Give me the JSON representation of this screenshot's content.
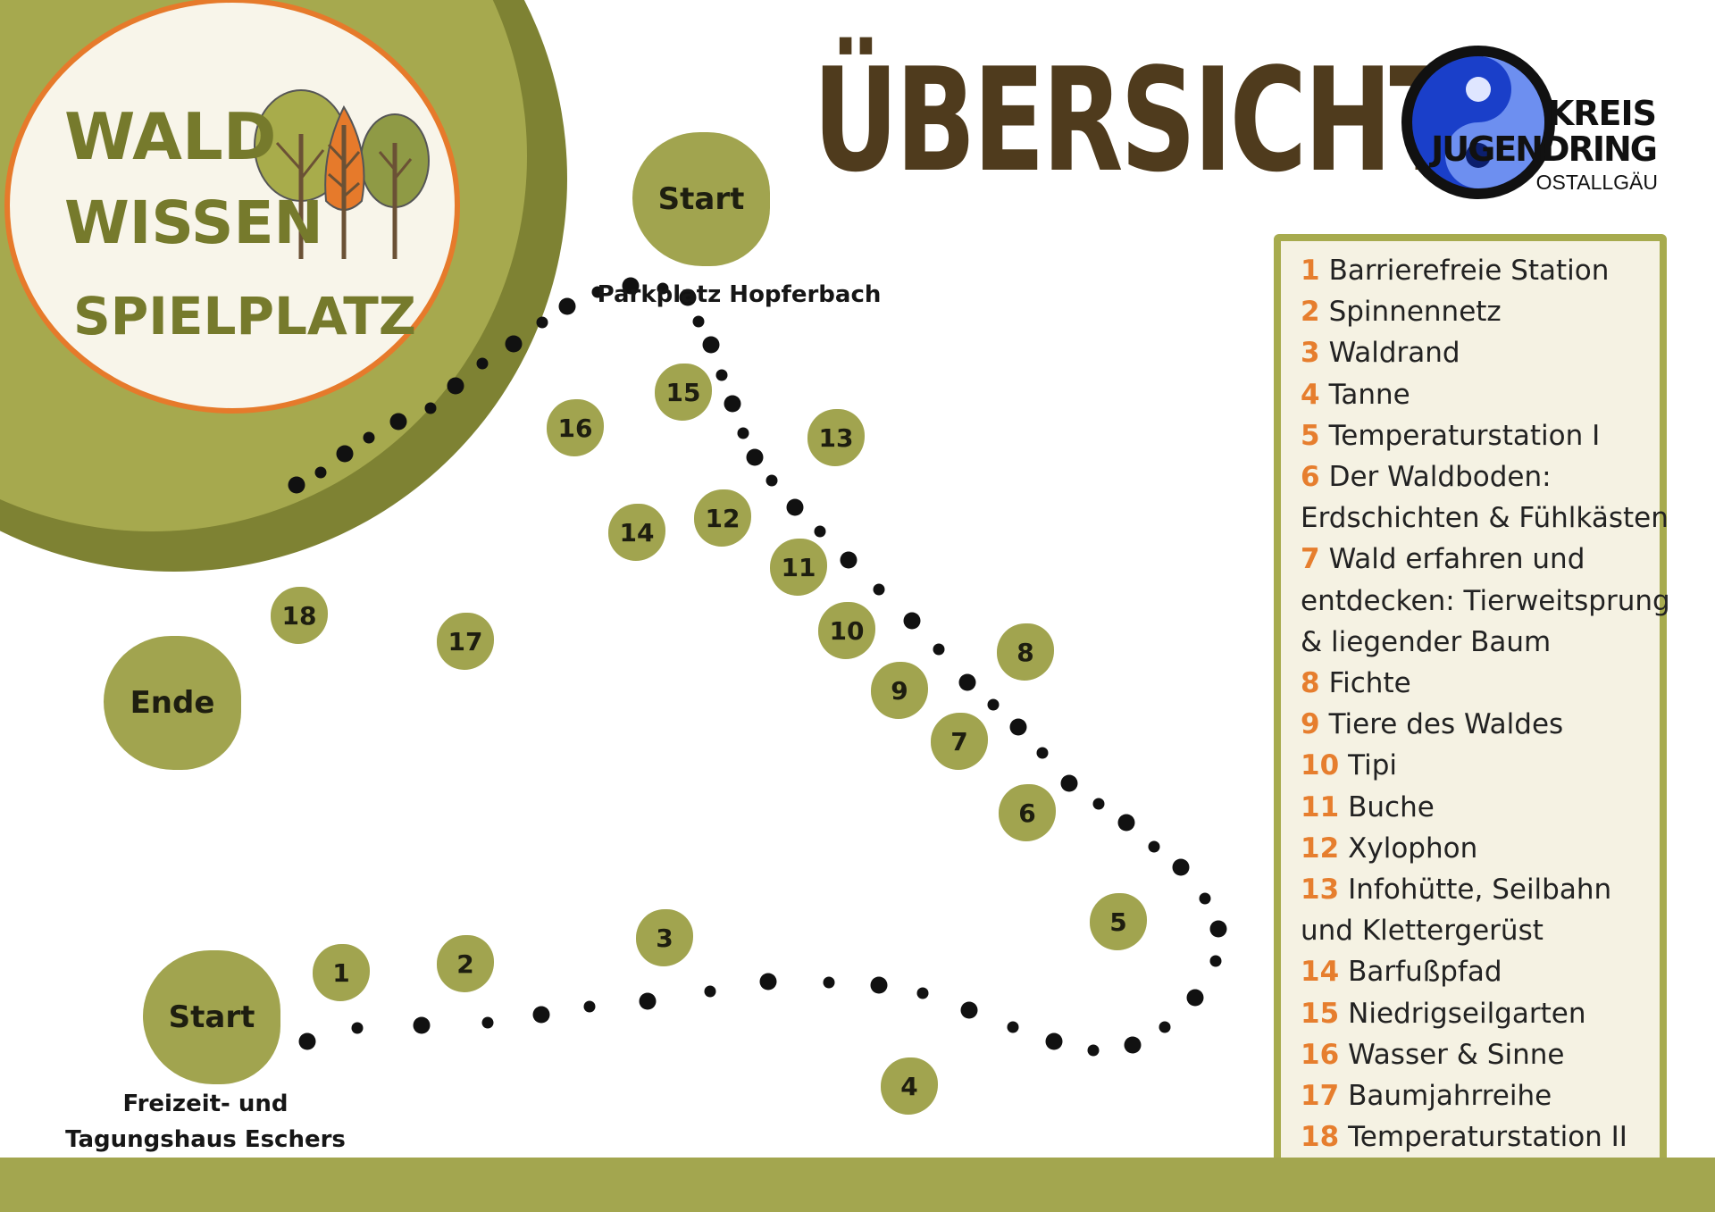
{
  "logo": {
    "line1": "WALD",
    "line2": "WISSEN",
    "line3": "SPIELPLATZ",
    "colors": {
      "green": "#767a2c",
      "light_green": "#a8ac4b",
      "orange": "#e67a2b",
      "cream": "#f8f5ea"
    }
  },
  "title": "ÜBERSICHT",
  "partner_logo": {
    "line1": "KREIS",
    "line2": "JUGENDRING",
    "line3": "OSTALLGÄU"
  },
  "map": {
    "start_top": {
      "label": "Start",
      "caption": "Parkplatz Hopferbach"
    },
    "start_bottom": {
      "label": "Start",
      "caption_line1": "Freizeit- und",
      "caption_line2": "Tagungshaus Eschers"
    },
    "end": {
      "label": "Ende"
    },
    "stations": [
      "1",
      "2",
      "3",
      "4",
      "5",
      "6",
      "7",
      "8",
      "9",
      "10",
      "11",
      "12",
      "13",
      "14",
      "15",
      "16",
      "17",
      "18"
    ]
  },
  "legend": [
    {
      "num": "1",
      "text": "Barrierefreie Station"
    },
    {
      "num": "2",
      "text": "Spinnennetz"
    },
    {
      "num": "3",
      "text": "Waldrand"
    },
    {
      "num": "4",
      "text": "Tanne"
    },
    {
      "num": "5",
      "text": "Temperaturstation I"
    },
    {
      "num": "6",
      "text": "Der Waldboden: Erdschichten & Fühlkästen"
    },
    {
      "num": "7",
      "text": "Wald erfahren und entdecken: Tierweitsprung & liegender Baum"
    },
    {
      "num": "8",
      "text": "Fichte"
    },
    {
      "num": "9",
      "text": "Tiere des Waldes"
    },
    {
      "num": "10",
      "text": "Tipi"
    },
    {
      "num": "11",
      "text": "Buche"
    },
    {
      "num": "12",
      "text": "Xylophon"
    },
    {
      "num": "13",
      "text": "Infohütte, Seilbahn und Klettergerüst"
    },
    {
      "num": "14",
      "text": "Barfußpfad"
    },
    {
      "num": "15",
      "text": "Niedrigseilgarten"
    },
    {
      "num": "16",
      "text": "Wasser & Sinne"
    },
    {
      "num": "17",
      "text": "Baumjahrreihe"
    },
    {
      "num": "18",
      "text": "Temperaturstation II"
    }
  ],
  "colors": {
    "station_green": "#a1a44f",
    "band_green": "#a3a64f",
    "legend_number": "#e67e2e",
    "title_brown": "#4f3b1d"
  }
}
